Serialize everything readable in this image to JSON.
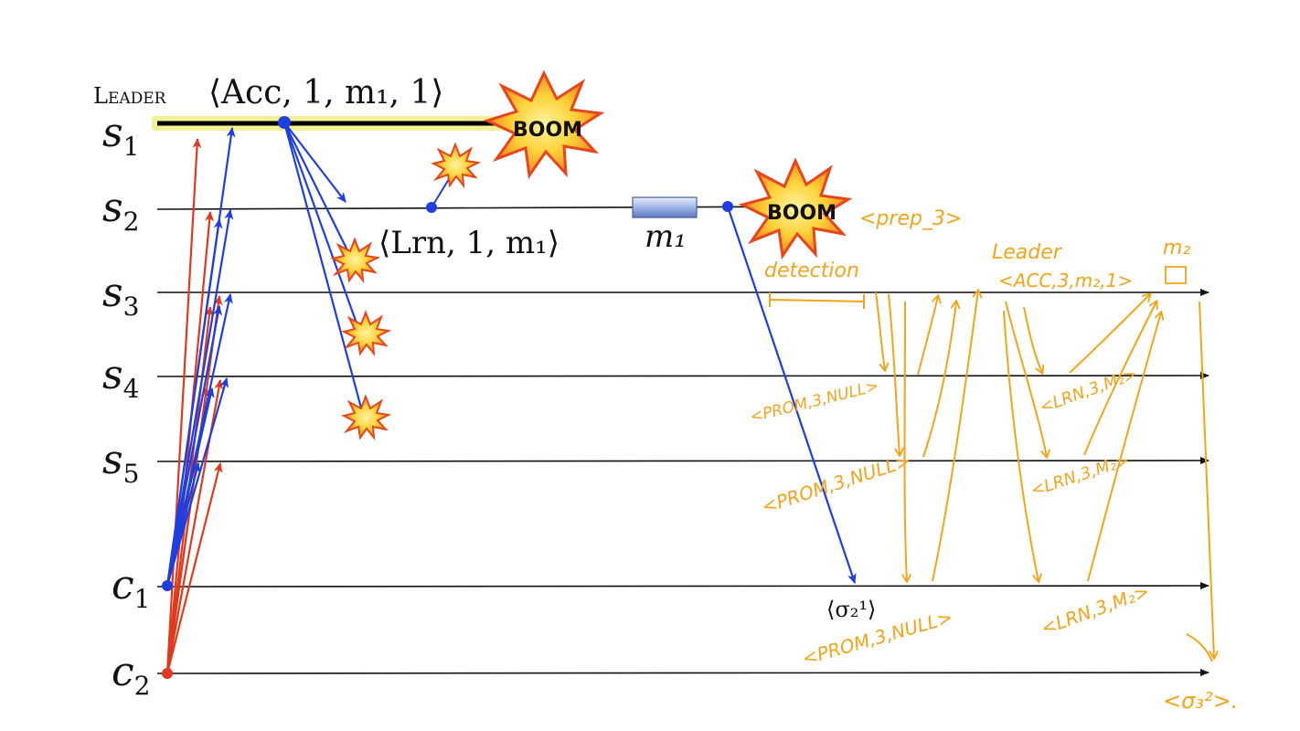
{
  "processes": [
    {
      "id": "s1",
      "base": "s",
      "sub": "1"
    },
    {
      "id": "s2",
      "base": "s",
      "sub": "2"
    },
    {
      "id": "s3",
      "base": "s",
      "sub": "3"
    },
    {
      "id": "s4",
      "base": "s",
      "sub": "4"
    },
    {
      "id": "s5",
      "base": "s",
      "sub": "5"
    },
    {
      "id": "c1",
      "base": "c",
      "sub": "1"
    },
    {
      "id": "c2",
      "base": "c",
      "sub": "2"
    }
  ],
  "leader_label": "Leader",
  "acc_message": "⟨Acc, 1, m₁, 1⟩",
  "lrn_message": "⟨Lrn, 1, m₁⟩",
  "m1_label": "m₁",
  "sigma_label": "⟨σ₂¹⟩",
  "boom_text": "BOOM",
  "colors": {
    "client_request": "#e03a1e",
    "blue_message": "#1f3ee0",
    "leader_highlight": "#f3f08a",
    "handwriting": "#f2a51a",
    "explosion_outer": "#e8451c",
    "explosion_inner": "#ffe44d"
  },
  "handwritten": {
    "prep": "<prep_3>",
    "detection": "detection",
    "leader": "Leader",
    "acc": "<ACC,3,m₂,1>",
    "m2": "m₂",
    "prom_s4": "<PROM,3,NULL>",
    "prom_s5": "<PROM,3,NULL>",
    "prom_c1": "<PROM,3,NULL>",
    "lrn_s4": "<LRN,3,M₂>",
    "lrn_s5": "<LRN,3,M₂>",
    "lrn_c1": "<LRN,3,M₂>",
    "sigma": "<σ₃²>."
  }
}
